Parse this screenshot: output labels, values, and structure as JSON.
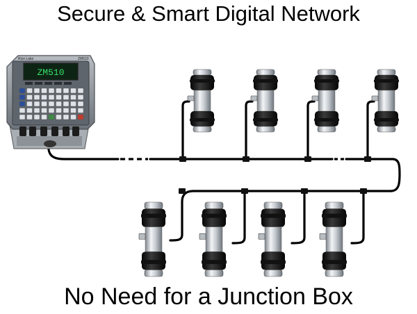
{
  "headline": "Secure & Smart Digital Network",
  "footer": "No Need for a Junction Box",
  "indicator": {
    "display": "ZM510",
    "brand": "Rice Lake",
    "model": "ZM510"
  },
  "load_cells": {
    "top_row_count": 4,
    "bottom_row_count": 4
  },
  "colors": {
    "cable": "#000000",
    "indicator_body": "#8a8f96",
    "display_bg": "#0d2414",
    "display_text": "#36e06a",
    "cell_steel": "#c9ced3",
    "cell_rubber": "#1a1a1a"
  }
}
